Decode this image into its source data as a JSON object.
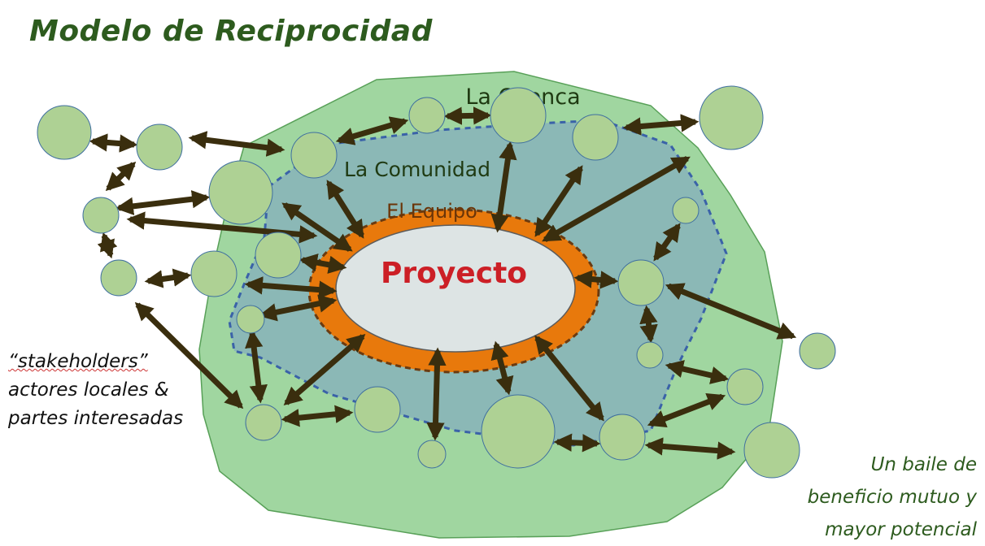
{
  "title": "Modelo de Reciprocidad",
  "layers": {
    "cuenca": "La Cuenca",
    "comunidad": "La Comunidad",
    "equipo": "El Equipo",
    "proyecto": "Proyecto"
  },
  "stakeholders_note": {
    "line1": "“stakeholders”",
    "line2": "actores locales &",
    "line3": "partes interesadas"
  },
  "motto": {
    "line1": "Un baile de",
    "line2": "beneficio mutuo y",
    "line3": "mayor potencial"
  },
  "colors": {
    "cuenca_fill": "#a0d6a0",
    "comunidad_fill": "#8bb8b6",
    "equipo_fill": "#e8790c",
    "proyecto_fill": "#dde4e4",
    "node_fill": "#aed194",
    "arrow": "#3a2e0e",
    "proyecto_text": "#cc1f26",
    "label_text": "#2d4a1a"
  }
}
